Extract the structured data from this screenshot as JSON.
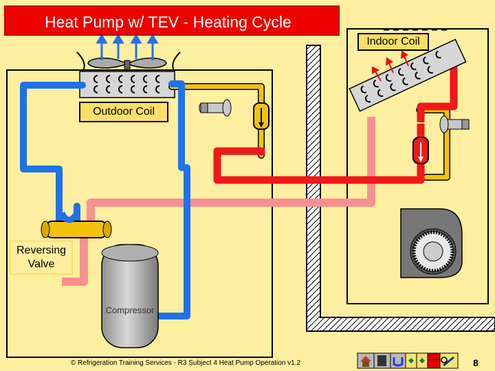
{
  "title": "Heat Pump w/ TEV - Heating Cycle",
  "labels": {
    "outdoor_coil": "Outdoor Coil",
    "indoor_coil": "Indoor Coil",
    "reversing_valve": "Reversing Valve",
    "compressor": "Compressor"
  },
  "footer": "© Refrigeration Training Services - R3 Subject 4 Heat Pump Operation v1.2",
  "page_number": "8",
  "colors": {
    "background": "#fdeea0",
    "title_bar": "#f00000",
    "hot_gas": "#f01818",
    "warm_liquid": "#f89090",
    "cold_vapor": "#1f72e8",
    "liquid_line": "#f4c20c",
    "coil_label": "#f9df68"
  },
  "nav_icons": [
    "home-icon",
    "document-icon",
    "return-icon",
    "back-icon",
    "forward-icon",
    "stop-icon",
    "pen-icon"
  ]
}
